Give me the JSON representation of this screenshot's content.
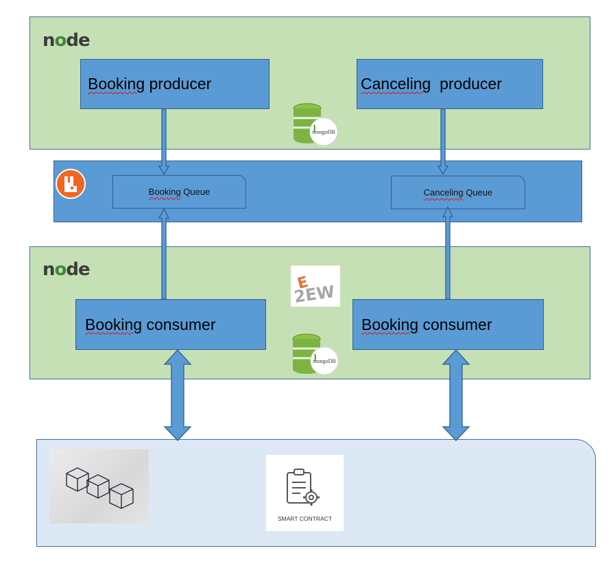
{
  "producers_panel": {
    "logo": "node",
    "booking_producer": {
      "prefix": "Booking",
      "suffix": " producer"
    },
    "canceling_producer": {
      "prefix": "Canceling",
      "suffix": "  producer"
    },
    "db_icon_label": "mongoDB"
  },
  "broker_panel": {
    "booking_queue": {
      "prefix": "Booking",
      "suffix": " Queue"
    },
    "canceling_queue": {
      "prefix": "Canceling",
      "suffix": " Queue"
    }
  },
  "consumers_panel": {
    "logo": "node",
    "consumer_left": {
      "prefix": "Booking",
      "suffix": " consumer"
    },
    "consumer_right": {
      "prefix": "Booking",
      "suffix": " consumer"
    },
    "db_icon_label": "mongoDB",
    "orm_logo": "2EW"
  },
  "blockchain_panel": {
    "smart_contract_label": "SMART CONTRACT"
  },
  "colors": {
    "panel_green": "#c5e0b4",
    "box_blue": "#5b9bd5",
    "border": "#41719c",
    "blockchain_bg": "#dde8f5",
    "rabbitmq_orange": "#f26522"
  }
}
